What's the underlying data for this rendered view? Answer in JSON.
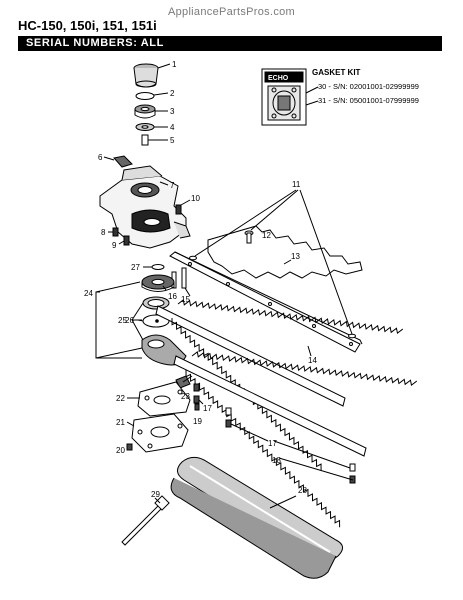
{
  "header": {
    "watermark": "AppliancePartsPros.com",
    "title": "HC-150, 150i, 151, 151i",
    "serial_banner": "SERIAL NUMBERS: ALL"
  },
  "gasket_kit": {
    "title": "GASKET KIT",
    "logo_text": "ECHO",
    "entries": [
      "30 - S/N: 02001001-02999999",
      "31 - S/N: 05001001-07999999"
    ]
  },
  "callouts": {
    "c1": "1",
    "c2": "2",
    "c3": "3",
    "c4": "4",
    "c5": "5",
    "c6": "6",
    "c7": "7",
    "c8": "8",
    "c9": "9",
    "c10": "10",
    "c11": "11",
    "c12": "12",
    "c13": "13",
    "c14": "14",
    "c15": "15",
    "c16": "16",
    "c17a": "17",
    "c17b": "17",
    "c18": "18",
    "c19": "19",
    "c20": "20",
    "c21": "21",
    "c22": "22",
    "c23": "23",
    "c24": "24",
    "c25": "25",
    "c26": "26",
    "c27": "27",
    "c28": "28",
    "c29": "29"
  }
}
